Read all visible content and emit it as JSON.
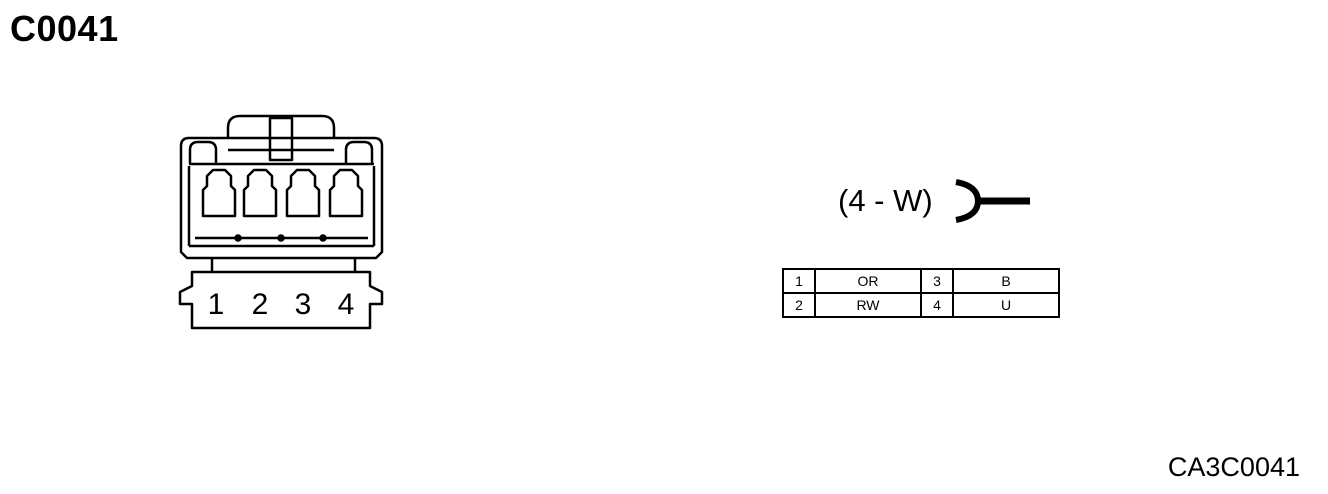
{
  "connector_id": "C0041",
  "reference_code": "CA3C0041",
  "pin_numbers": [
    "1",
    "2",
    "3",
    "4"
  ],
  "pinout_label": "(4 - W)",
  "pins": [
    {
      "pin": "1",
      "color": "OR"
    },
    {
      "pin": "3",
      "color": "B"
    },
    {
      "pin": "2",
      "color": "RW"
    },
    {
      "pin": "4",
      "color": "U"
    }
  ]
}
